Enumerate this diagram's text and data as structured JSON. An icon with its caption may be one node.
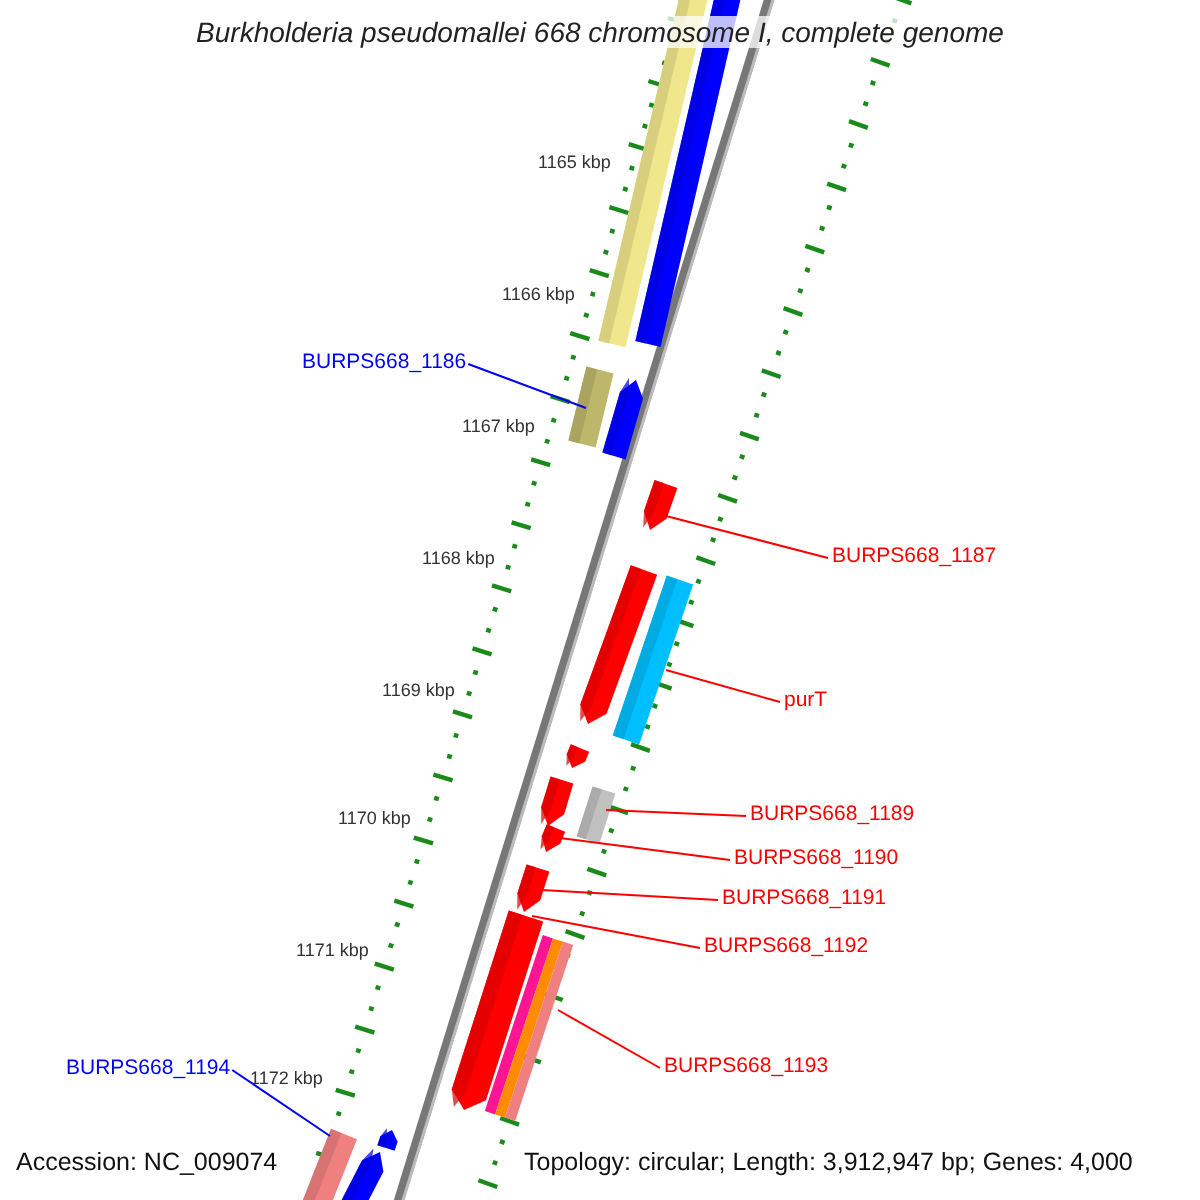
{
  "diagram": {
    "title": "Burkholderia pseudomallei 668 chromosome I, complete genome",
    "nodes": [
      {
        "text": [
          "BURPS668_1186"
        ]
      },
      {
        "text": [],
        "shape": "bar"
      },
      {
        "text": [
          "BURPS668_1187"
        ]
      },
      {
        "text": [],
        "shape": "bar"
      },
      {
        "text": [
          "purT"
        ]
      },
      {
        "text": [],
        "shape": "bar"
      },
      {
        "text": [
          "BURPS668_1189"
        ]
      },
      {
        "text": [],
        "shape": "bar"
      },
      {
        "text": [
          "BURPS668_1190"
        ]
      },
      {
        "text": [],
        "shape": "bar"
      },
      {
        "text": [
          "BURPS668_1191"
        ]
      },
      {
        "text": [],
        "shape": "bar"
      },
      {
        "text": [
          "BURPS668_1192"
        ]
      },
      {
        "text": [],
        "shape": "bar"
      },
      {
        "text": [
          "BURPS668_1193"
        ]
      },
      {
        "text": [],
        "shape": "bar"
      },
      {
        "text": [
          "BURPS668_1194"
        ]
      },
      {
        "text": [],
        "shape": "bar"
      },
      {
        "text": [],
        "shape": "bar"
      },
      {
        "text": [],
        "shape": "bar"
      },
      {
        "text": [],
        "shape": "bar"
      },
      {
        "text": [],
        "shape": "bar"
      },
      {
        "text": [],
        "shape": "bar"
      },
      {
        "text": [],
        "shape": "bar"
      },
      {
        "text": [],
        "shape": "bar"
      },
      {
        "text": [],
        "shape": "bar"
      }
    ],
    "edges": [
      {
        "from": 0,
        "to": 1,
        "arrow": "none",
        "color": "#0000ff"
      },
      {
        "from": 2,
        "to": 3,
        "arrow": "none"
      },
      {
        "from": 4,
        "to": 5,
        "arrow": "none"
      },
      {
        "from": 6,
        "to": 7,
        "arrow": "none"
      },
      {
        "from": 8,
        "to": 9,
        "arrow": "none"
      },
      {
        "from": 10,
        "to": 11,
        "arrow": "none"
      },
      {
        "from": 12,
        "to": 13,
        "arrow": "none"
      },
      {
        "from": 14,
        "to": 15,
        "arrow": "none"
      },
      {
        "from": 16,
        "to": 17,
        "arrow": "none",
        "color": "#0000ff"
      }
    ],
    "labels": [
      "1165 kbp",
      "1166 kbp",
      "1167 kbp",
      "1168 kbp",
      "1169 kbp",
      "1170 kbp",
      "1171 kbp",
      "1172 kbp",
      "Accession: NC_009074",
      "Topology: circular; Length: 3,912,947 bp; Genes: 4,000"
    ]
  }
}
